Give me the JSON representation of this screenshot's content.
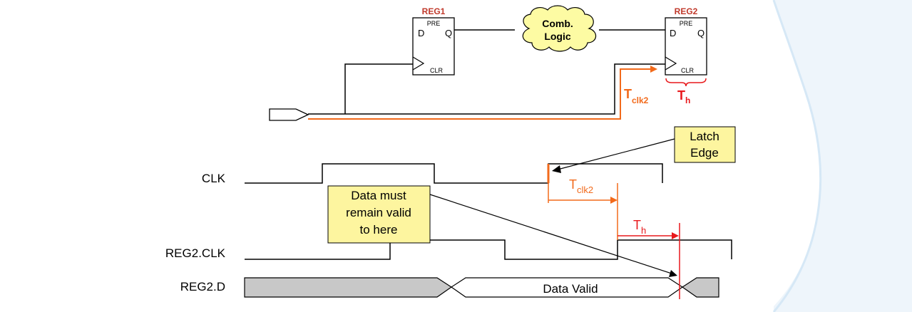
{
  "circuit": {
    "reg1": {
      "title": "REG1",
      "pre": "PRE",
      "d": "D",
      "q": "Q",
      "clr": "CLR"
    },
    "reg2": {
      "title": "REG2",
      "pre": "PRE",
      "d": "D",
      "q": "Q",
      "clr": "CLR"
    },
    "cloud": {
      "line1": "Comb.",
      "line2": "Logic"
    },
    "tclk2": {
      "main": "T",
      "sub": "clk2"
    },
    "th": {
      "main": "T",
      "sub": "h"
    }
  },
  "timing": {
    "signals": [
      "CLK",
      "REG2.CLK",
      "REG2.D"
    ],
    "data_valid": "Data Valid",
    "latch_note": [
      "Latch",
      "Edge"
    ],
    "data_note": [
      "Data must",
      "remain valid",
      "to here"
    ],
    "tclk2": {
      "main": "T",
      "sub": "clk2"
    },
    "th": {
      "main": "T",
      "sub": "h"
    }
  },
  "colors": {
    "orange": "#f26a1b",
    "red": "#e8191c",
    "register_title": "#c0392b",
    "cloud_fill": "#fdfba3",
    "note_fill": "#fdf59f",
    "data_bus_fill": "#c8c8c8"
  }
}
